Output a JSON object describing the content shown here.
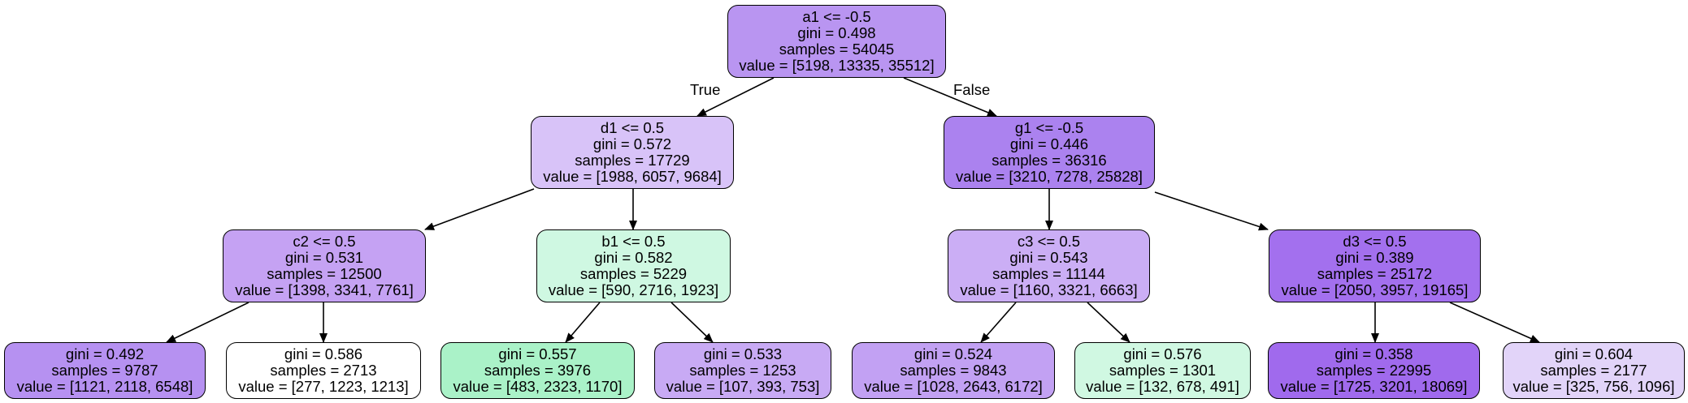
{
  "tree": {
    "edge_labels": {
      "true_label": "True",
      "false_label": "False"
    },
    "nodes": [
      {
        "id": "n0",
        "split": "a1 <= -0.5",
        "gini": "gini = 0.498",
        "samples": "samples = 54045",
        "value": "value = [5198, 13335, 35512]",
        "fill": "#b995f1"
      },
      {
        "id": "n1",
        "split": "d1 <= 0.5",
        "gini": "gini = 0.572",
        "samples": "samples = 17729",
        "value": "value = [1988, 6057, 9684]",
        "fill": "#d8c3f8"
      },
      {
        "id": "n2",
        "split": "g1 <= -0.5",
        "gini": "gini = 0.446",
        "samples": "samples = 36316",
        "value": "value = [3210, 7278, 25828]",
        "fill": "#ab82ef"
      },
      {
        "id": "n3",
        "split": "c2 <= 0.5",
        "gini": "gini = 0.531",
        "samples": "samples = 12500",
        "value": "value = [1398, 3341, 7761]",
        "fill": "#c5a2f3"
      },
      {
        "id": "n4",
        "split": "b1 <= 0.5",
        "gini": "gini = 0.582",
        "samples": "samples = 5229",
        "value": "value = [590, 2716, 1923]",
        "fill": "#cff8e2"
      },
      {
        "id": "n5",
        "split": "c3 <= 0.5",
        "gini": "gini = 0.543",
        "samples": "samples = 11144",
        "value": "value = [1160, 3321, 6663]",
        "fill": "#cbaef5"
      },
      {
        "id": "n6",
        "split": "d3 <= 0.5",
        "gini": "gini = 0.389",
        "samples": "samples = 25172",
        "value": "value = [2050, 3957, 19165]",
        "fill": "#a370ee"
      },
      {
        "id": "n7",
        "split": "",
        "gini": "gini = 0.492",
        "samples": "samples = 9787",
        "value": "value = [1121, 2118, 6548]",
        "fill": "#b691f1"
      },
      {
        "id": "n8",
        "split": "",
        "gini": "gini = 0.586",
        "samples": "samples = 2713",
        "value": "value = [277, 1223, 1213]",
        "fill": "#ffffff"
      },
      {
        "id": "n9",
        "split": "",
        "gini": "gini = 0.557",
        "samples": "samples = 3976",
        "value": "value = [483, 2323, 1170]",
        "fill": "#aaf2c8"
      },
      {
        "id": "n10",
        "split": "",
        "gini": "gini = 0.533",
        "samples": "samples = 1253",
        "value": "value = [107, 393, 753]",
        "fill": "#c8aaf4"
      },
      {
        "id": "n11",
        "split": "",
        "gini": "gini = 0.524",
        "samples": "samples = 9843",
        "value": "value = [1028, 2643, 6172]",
        "fill": "#c2a1f3"
      },
      {
        "id": "n12",
        "split": "",
        "gini": "gini = 0.576",
        "samples": "samples = 1301",
        "value": "value = [132, 678, 491]",
        "fill": "#d0f8e2"
      },
      {
        "id": "n13",
        "split": "",
        "gini": "gini = 0.358",
        "samples": "samples = 22995",
        "value": "value = [1725, 3201, 18069]",
        "fill": "#a06aed"
      },
      {
        "id": "n14",
        "split": "",
        "gini": "gini = 0.604",
        "samples": "samples = 2177",
        "value": "value = [325, 756, 1096]",
        "fill": "#e2d4f9"
      }
    ],
    "edges": [
      {
        "from": "n0",
        "to": "n1"
      },
      {
        "from": "n0",
        "to": "n2"
      },
      {
        "from": "n1",
        "to": "n3"
      },
      {
        "from": "n1",
        "to": "n4"
      },
      {
        "from": "n2",
        "to": "n5"
      },
      {
        "from": "n2",
        "to": "n6"
      },
      {
        "from": "n3",
        "to": "n7"
      },
      {
        "from": "n3",
        "to": "n8"
      },
      {
        "from": "n4",
        "to": "n9"
      },
      {
        "from": "n4",
        "to": "n10"
      },
      {
        "from": "n5",
        "to": "n11"
      },
      {
        "from": "n5",
        "to": "n12"
      },
      {
        "from": "n6",
        "to": "n13"
      },
      {
        "from": "n6",
        "to": "n14"
      }
    ]
  }
}
